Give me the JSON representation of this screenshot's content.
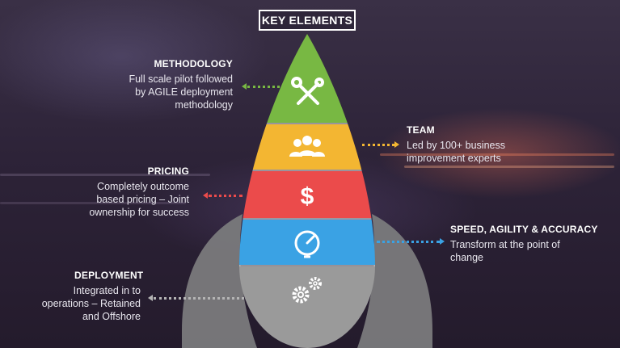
{
  "title": "KEY ELEMENTS",
  "elements": [
    {
      "heading": "METHODOLOGY",
      "description": [
        "Full scale pilot followed",
        "by AGILE deployment",
        "methodology"
      ],
      "color": "#78b843",
      "icon": "tools-icon"
    },
    {
      "heading": "TEAM",
      "description": [
        "Led by 100+ business",
        "improvement experts"
      ],
      "color": "#f3b632",
      "icon": "team-icon"
    },
    {
      "heading": "PRICING",
      "description": [
        "Completely outcome",
        "based pricing – Joint",
        "ownership for success"
      ],
      "color": "#eb4b4b",
      "icon": "dollar-icon"
    },
    {
      "heading": "SPEED, AGILITY & ACCURACY",
      "description": [
        "Transform at the point of",
        "change"
      ],
      "color": "#3aa2e4",
      "icon": "speedometer-icon"
    },
    {
      "heading": "DEPLOYMENT",
      "description": [
        "Integrated in to",
        "operations – Retained",
        "and Offshore"
      ],
      "color": "#9a9a9a",
      "icon": "gears-icon"
    }
  ],
  "dollar_glyph": "$"
}
